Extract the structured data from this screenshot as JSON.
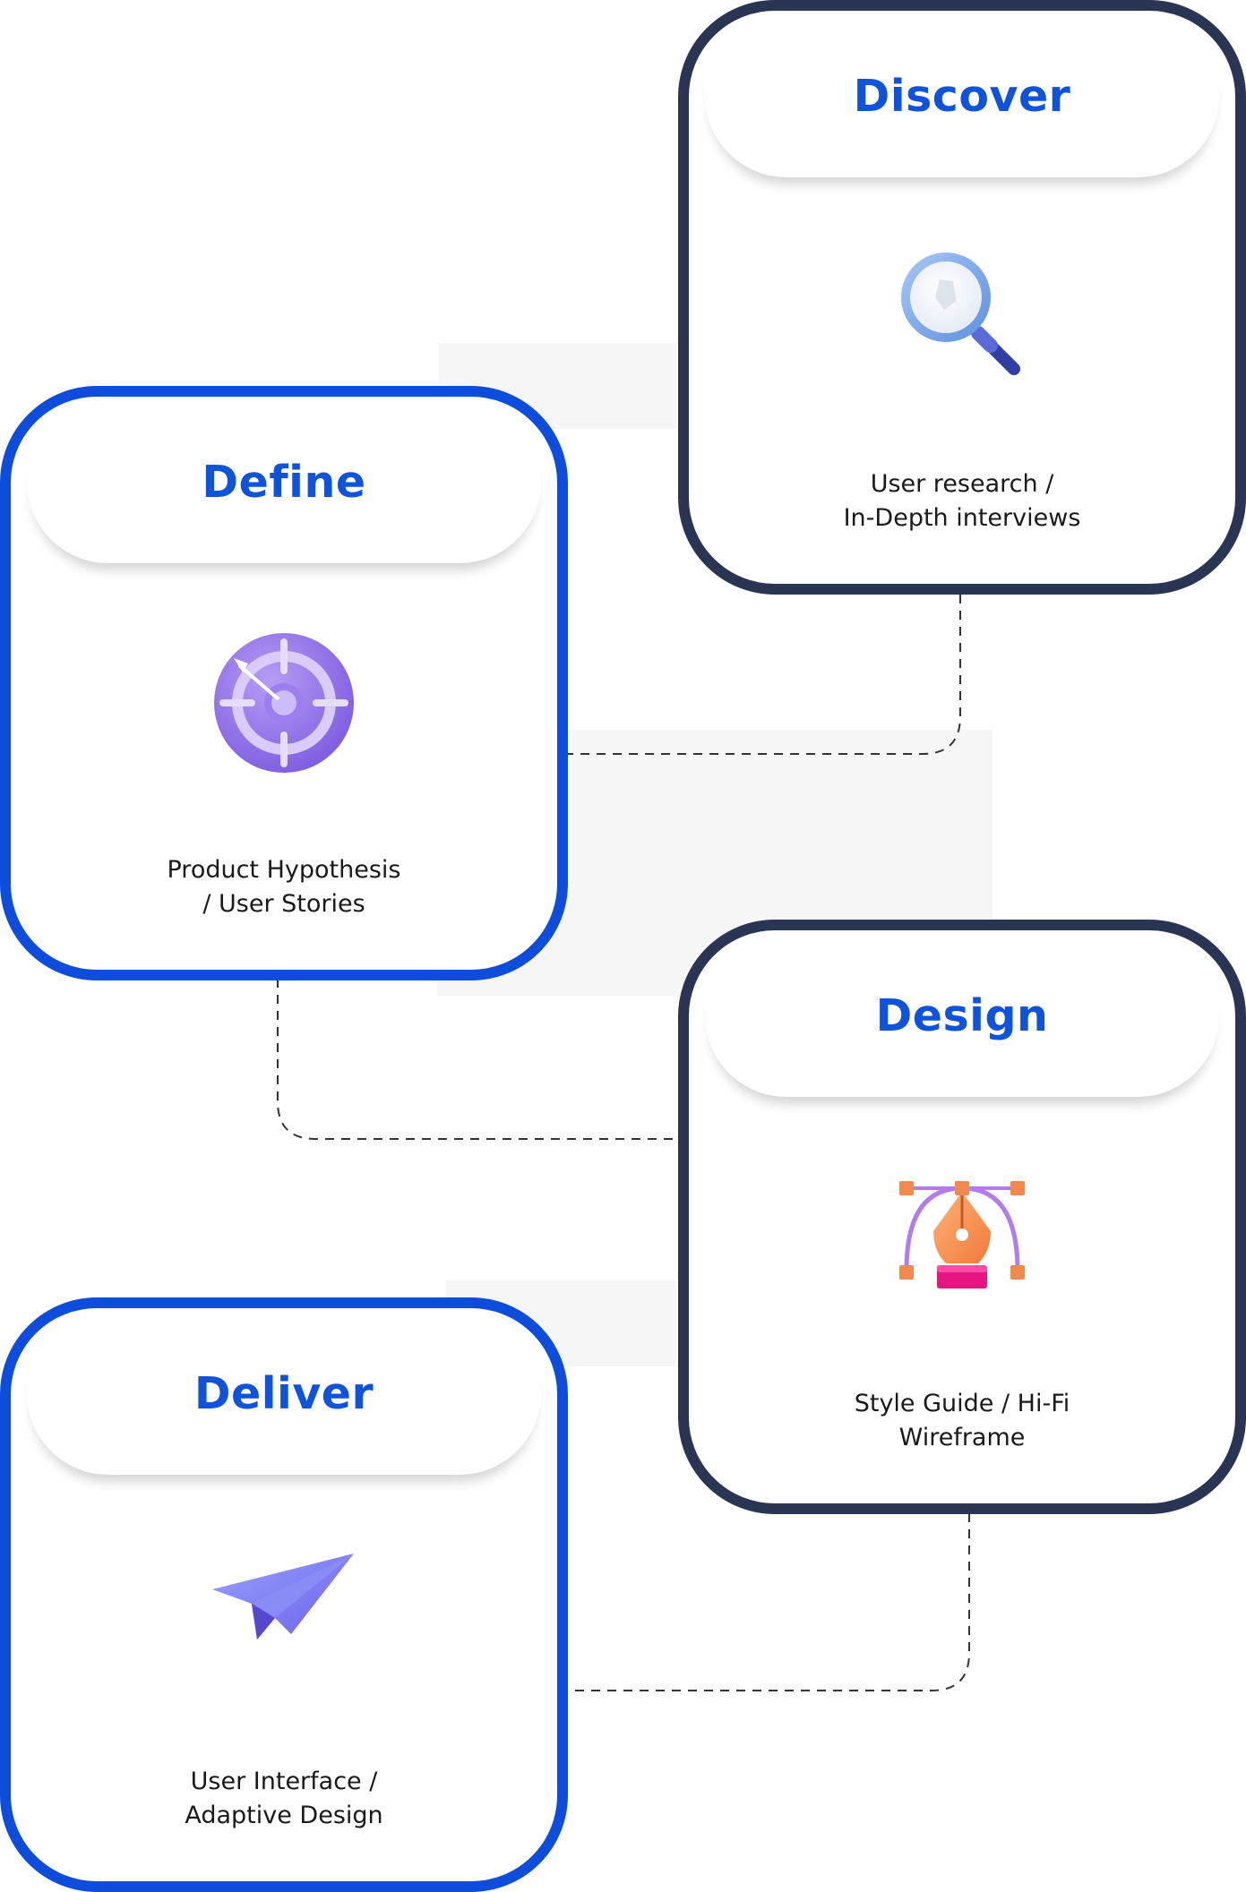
{
  "stages": [
    {
      "title": "Discover",
      "icon": "magnifier-icon",
      "description": [
        "User research /",
        "In-Depth interviews"
      ],
      "border_color": "#2a3553"
    },
    {
      "title": "Define",
      "icon": "target-icon",
      "description": [
        "Product Hypothesis",
        "/ User Stories"
      ],
      "border_color": "#0e4ddb"
    },
    {
      "title": "Design",
      "icon": "pen-tool-icon",
      "description": [
        "Style Guide / Hi-Fi",
        "Wireframe"
      ],
      "border_color": "#2a3553"
    },
    {
      "title": "Deliver",
      "icon": "paper-plane-icon",
      "description": [
        "User Interface /",
        "Adaptive Design"
      ],
      "border_color": "#0e4ddb"
    }
  ],
  "colors": {
    "title": "#0f52db",
    "connector": "#333333",
    "background_block": "#f6f6f6"
  }
}
